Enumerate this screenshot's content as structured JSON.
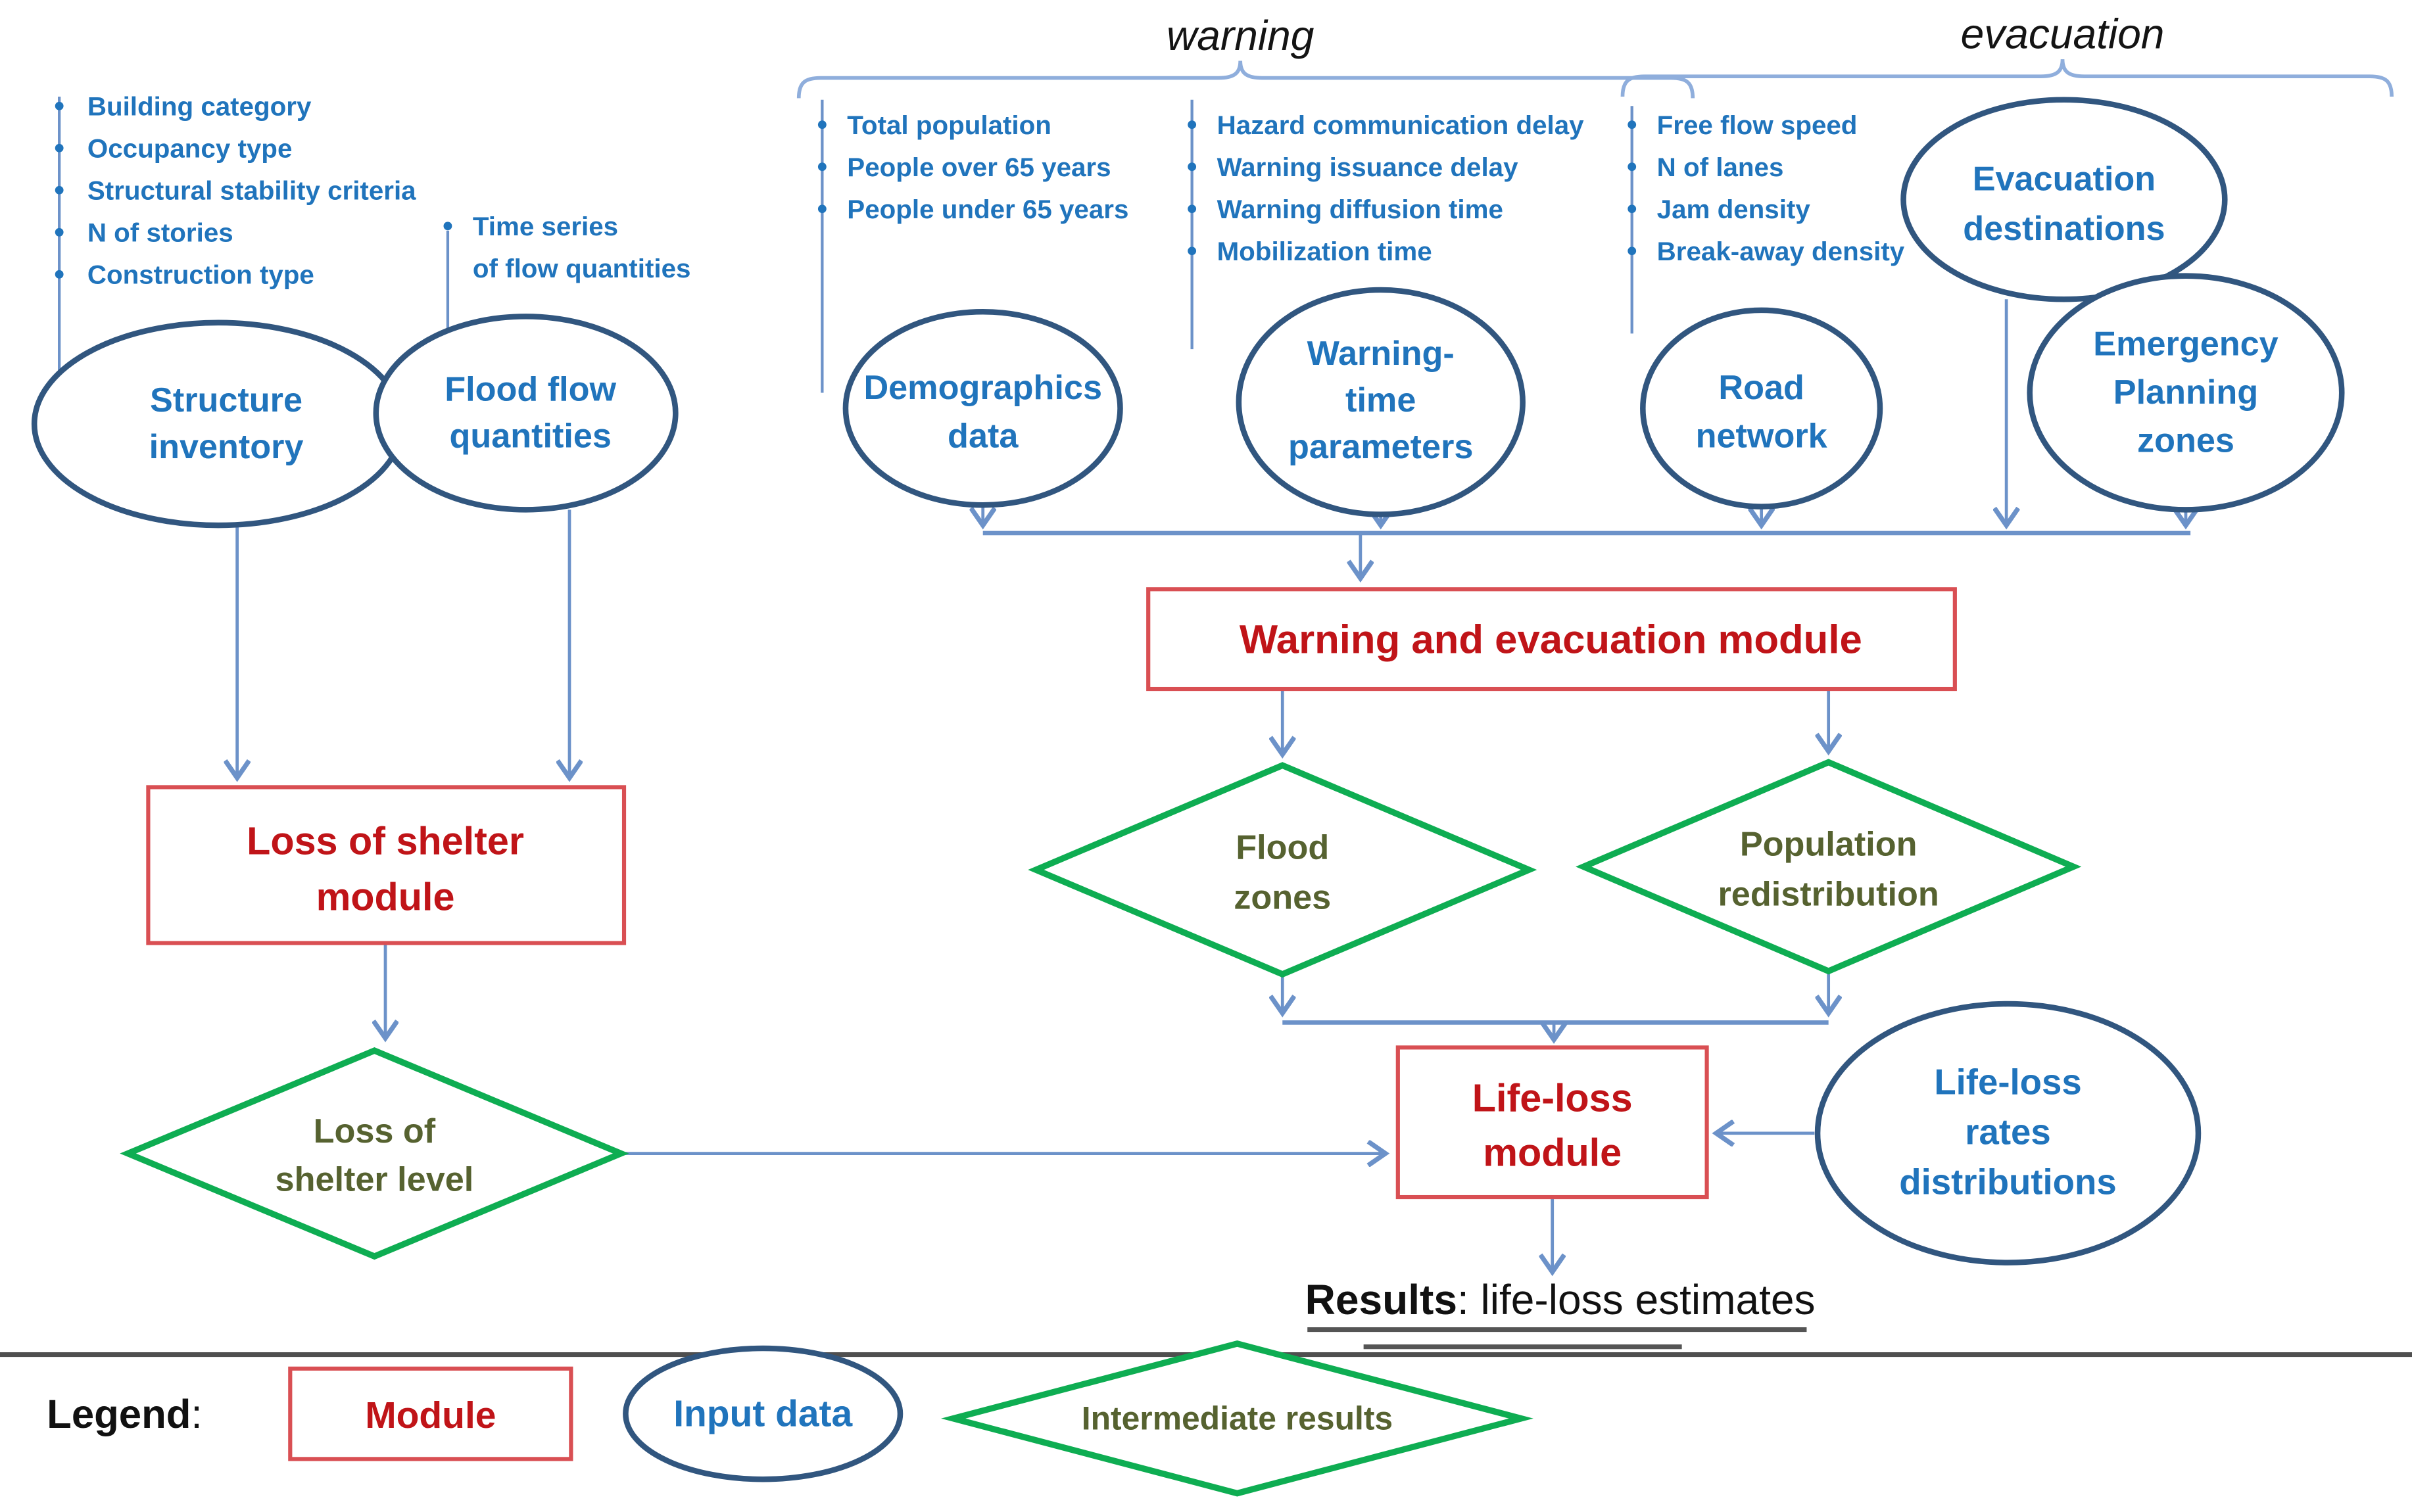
{
  "palette": {
    "input_stroke": "#31567F",
    "input_text": "#2074BC",
    "bullet_text": "#2074BC",
    "arrow": "#6C92C9",
    "brace": "#8FAEDC",
    "module_border": "#D94F53",
    "module_text": "#C01418",
    "intermediate_stroke": "#0EAD52",
    "intermediate_text": "#566230",
    "results_text": "#111111",
    "rule": "#4F4F4F"
  },
  "section_labels": {
    "warning": "warning",
    "evacuation": "evacuation"
  },
  "lists": {
    "structure": [
      "Building category",
      "Occupancy type",
      "Structural stability criteria",
      "N of stories",
      "Construction type"
    ],
    "flow": [
      "Time series",
      "of flow quantities"
    ],
    "demographics": [
      "Total population",
      "People over 65 years",
      "People under 65 years"
    ],
    "warning_time": [
      "Hazard communication delay",
      "Warning issuance delay",
      "Warning diffusion time",
      "Mobilization time"
    ],
    "road": [
      "Free flow speed",
      "N of lanes",
      "Jam density",
      "Break-away density"
    ]
  },
  "nodes": {
    "structure_inventory": {
      "type": "input-data",
      "lines": [
        "Structure",
        "inventory"
      ]
    },
    "flood_flow": {
      "type": "input-data",
      "lines": [
        "Flood flow",
        "quantities"
      ]
    },
    "demographics": {
      "type": "input-data",
      "lines": [
        "Demographics",
        "data"
      ]
    },
    "warning_time": {
      "type": "input-data",
      "lines": [
        "Warning-",
        "time",
        "parameters"
      ]
    },
    "road_network": {
      "type": "input-data",
      "lines": [
        "Road",
        "network"
      ]
    },
    "evacuation_destinations": {
      "type": "input-data",
      "lines": [
        "Evacuation",
        "destinations"
      ]
    },
    "emergency_planning": {
      "type": "input-data",
      "lines": [
        "Emergency",
        "Planning",
        "zones"
      ]
    },
    "life_loss_rates": {
      "type": "input-data",
      "lines": [
        "Life-loss",
        "rates",
        "distributions"
      ]
    },
    "loss_shelter_module": {
      "type": "module",
      "lines": [
        "Loss of shelter",
        "module"
      ]
    },
    "warning_evacuation_module": {
      "type": "module",
      "lines": [
        "Warning and evacuation module"
      ]
    },
    "life_loss_module": {
      "type": "module",
      "lines": [
        "Life-loss",
        "module"
      ]
    },
    "loss_shelter_level": {
      "type": "intermediate-result",
      "lines": [
        "Loss of",
        "shelter level"
      ]
    },
    "flood_zones": {
      "type": "intermediate-result",
      "lines": [
        "Flood",
        "zones"
      ]
    },
    "population_redistribution": {
      "type": "intermediate-result",
      "lines": [
        "Population",
        "redistribution"
      ]
    }
  },
  "results": {
    "bold": "Results",
    "rest": ": life-loss estimates"
  },
  "legend": {
    "title": "Legend",
    "colon": ":",
    "module": "Module",
    "input_data": "Input data",
    "intermediate": "Intermediate results"
  }
}
